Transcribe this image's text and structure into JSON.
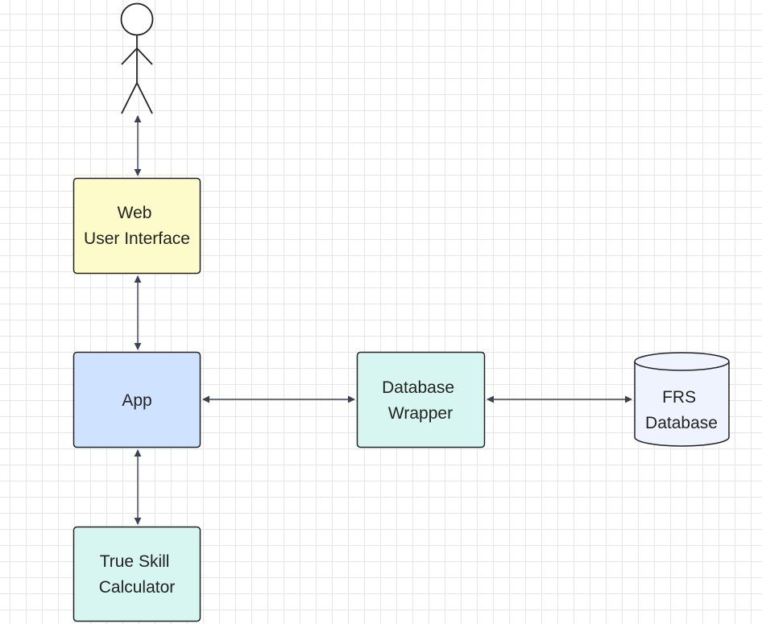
{
  "nodes": {
    "web_ui": {
      "lines": [
        "Web",
        "User Interface"
      ],
      "color": "#fcfbc9"
    },
    "app": {
      "lines": [
        "App"
      ],
      "color": "#cfe2ff"
    },
    "db_wrapper": {
      "lines": [
        "Database",
        "Wrapper"
      ],
      "color": "#d8f6f1"
    },
    "frs_db": {
      "lines": [
        "FRS",
        "Database"
      ],
      "color": "#eef3fd"
    },
    "trueskill": {
      "lines": [
        "True Skill",
        "Calculator"
      ],
      "color": "#d8f6f1"
    }
  },
  "actor": {
    "icon": "stick-figure-user-icon"
  },
  "edges": [
    {
      "from": "actor",
      "to": "web_ui",
      "bidirectional": true
    },
    {
      "from": "web_ui",
      "to": "app",
      "bidirectional": true
    },
    {
      "from": "app",
      "to": "db_wrapper",
      "bidirectional": true
    },
    {
      "from": "db_wrapper",
      "to": "frs_db",
      "bidirectional": true
    },
    {
      "from": "app",
      "to": "trueskill",
      "bidirectional": true
    }
  ]
}
